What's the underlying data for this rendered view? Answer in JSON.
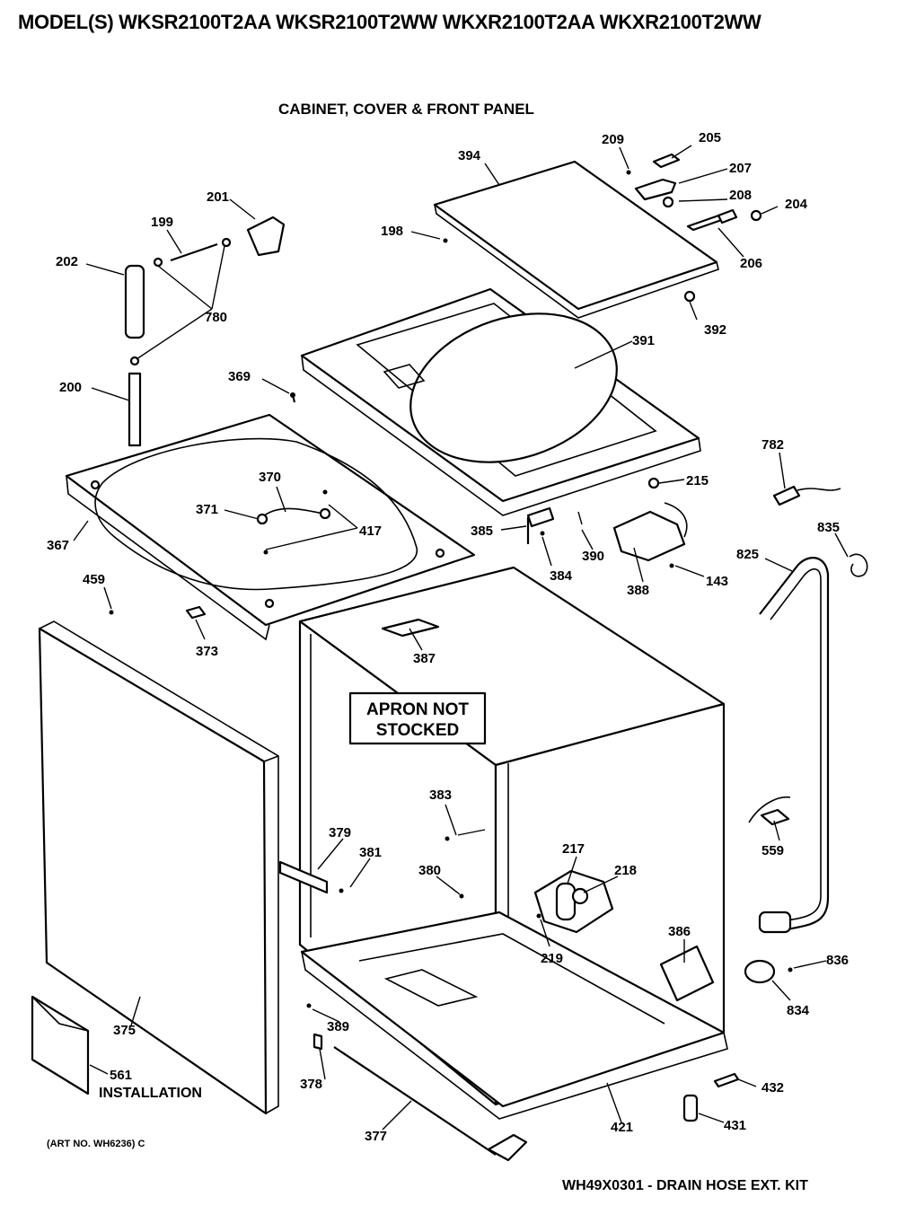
{
  "header": {
    "models": "MODEL(S) WKSR2100T2AA  WKSR2100T2WW  WKXR2100T2AA  WKXR2100T2WW",
    "section_title": "CABINET, COVER & FRONT PANEL"
  },
  "notice": {
    "line1": "APRON NOT",
    "line2": "STOCKED"
  },
  "footer": {
    "art_number": "(ART NO. WH6236) C",
    "kit_note": "WH49X0301 - DRAIN HOSE EXT. KIT"
  },
  "installation_label": "INSTALLATION",
  "part_labels": [
    {
      "id": "p394",
      "text": "394"
    },
    {
      "id": "p209",
      "text": "209"
    },
    {
      "id": "p205",
      "text": "205"
    },
    {
      "id": "p207",
      "text": "207"
    },
    {
      "id": "p208",
      "text": "208"
    },
    {
      "id": "p204",
      "text": "204"
    },
    {
      "id": "p206",
      "text": "206"
    },
    {
      "id": "p198",
      "text": "198"
    },
    {
      "id": "p201",
      "text": "201"
    },
    {
      "id": "p199",
      "text": "199"
    },
    {
      "id": "p202",
      "text": "202"
    },
    {
      "id": "p780",
      "text": "780"
    },
    {
      "id": "p392",
      "text": "392"
    },
    {
      "id": "p391",
      "text": "391"
    },
    {
      "id": "p369",
      "text": "369"
    },
    {
      "id": "p200",
      "text": "200"
    },
    {
      "id": "p782",
      "text": "782"
    },
    {
      "id": "p215",
      "text": "215"
    },
    {
      "id": "p370",
      "text": "370"
    },
    {
      "id": "p371",
      "text": "371"
    },
    {
      "id": "p417",
      "text": "417"
    },
    {
      "id": "p385",
      "text": "385"
    },
    {
      "id": "p835",
      "text": "835"
    },
    {
      "id": "p367",
      "text": "367"
    },
    {
      "id": "p384",
      "text": "384"
    },
    {
      "id": "p390",
      "text": "390"
    },
    {
      "id": "p825",
      "text": "825"
    },
    {
      "id": "p143",
      "text": "143"
    },
    {
      "id": "p388",
      "text": "388"
    },
    {
      "id": "p459",
      "text": "459"
    },
    {
      "id": "p373",
      "text": "373"
    },
    {
      "id": "p387",
      "text": "387"
    },
    {
      "id": "p383",
      "text": "383"
    },
    {
      "id": "p379",
      "text": "379"
    },
    {
      "id": "p381",
      "text": "381"
    },
    {
      "id": "p559",
      "text": "559"
    },
    {
      "id": "p217",
      "text": "217"
    },
    {
      "id": "p218",
      "text": "218"
    },
    {
      "id": "p380",
      "text": "380"
    },
    {
      "id": "p219",
      "text": "219"
    },
    {
      "id": "p386",
      "text": "386"
    },
    {
      "id": "p836",
      "text": "836"
    },
    {
      "id": "p375",
      "text": "375"
    },
    {
      "id": "p834",
      "text": "834"
    },
    {
      "id": "p389",
      "text": "389"
    },
    {
      "id": "p561",
      "text": "561"
    },
    {
      "id": "p378",
      "text": "378"
    },
    {
      "id": "p432",
      "text": "432"
    },
    {
      "id": "p421",
      "text": "421"
    },
    {
      "id": "p431",
      "text": "431"
    },
    {
      "id": "p377",
      "text": "377"
    }
  ]
}
